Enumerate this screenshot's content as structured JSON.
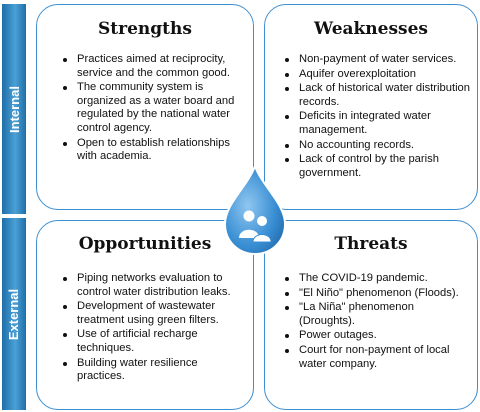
{
  "side_labels": {
    "internal": "Internal",
    "external": "External"
  },
  "strengths": {
    "title": "Strengths",
    "items": [
      "Practices aimed at reciprocity, service and the common good.",
      "The community system is organized as a water board and regulated by the national water control agency.",
      "Open to establish relationships with academia."
    ]
  },
  "weaknesses": {
    "title": "Weaknesses",
    "items": [
      "Non-payment of water services.",
      "Aquifer overexploitation",
      "Lack of historical water distribution records.",
      "Deficits in integrated water management.",
      "No accounting records.",
      "Lack of control by the parish government."
    ]
  },
  "opportunities": {
    "title": "Opportunities",
    "items": [
      "Piping networks evaluation to control water distribution leaks.",
      "Development of wastewater treatment using green filters.",
      "Use of artificial recharge techniques.",
      "Building water resilience practices."
    ]
  },
  "threats": {
    "title": "Threats",
    "items": [
      "The COVID-19 pandemic.",
      "\"El Niño\" phenomenon (Floods).",
      "\"La Niña\" phenomenon (Droughts).",
      "Power outages.",
      "Court for non-payment of local water company."
    ]
  },
  "colors": {
    "border": "#3f8fd0",
    "label_bar": "#1f6ea8",
    "drop": "#3a8fd4"
  },
  "icons": {
    "center": "water-drop-people-icon"
  }
}
